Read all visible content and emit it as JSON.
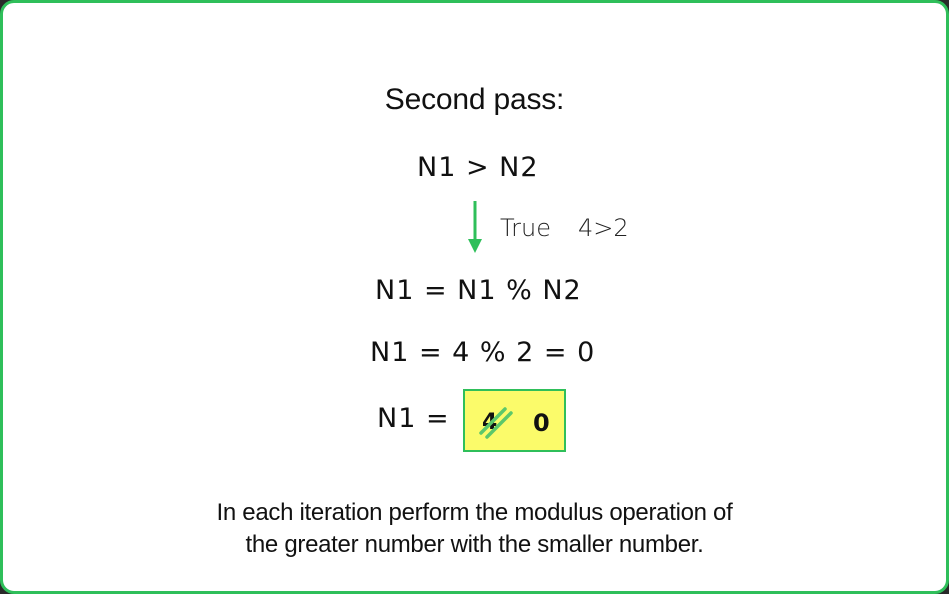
{
  "title": "Second pass:",
  "condition": "N1 > N2",
  "branch": {
    "label": "True",
    "check": "4>2"
  },
  "equations": {
    "formula": "N1 = N1 % N2",
    "evaluation": "N1 = 4 % 2 = 0",
    "assignment": "N1 ="
  },
  "result_box": {
    "old_value": "4",
    "new_value": "0"
  },
  "caption": {
    "line1": "In each iteration perform the modulus operation of",
    "line2": "the greater number with the smaller number."
  },
  "colors": {
    "accent_green": "#2fbf5a",
    "box_fill": "#fbfb6a",
    "background": "#ffffff"
  }
}
